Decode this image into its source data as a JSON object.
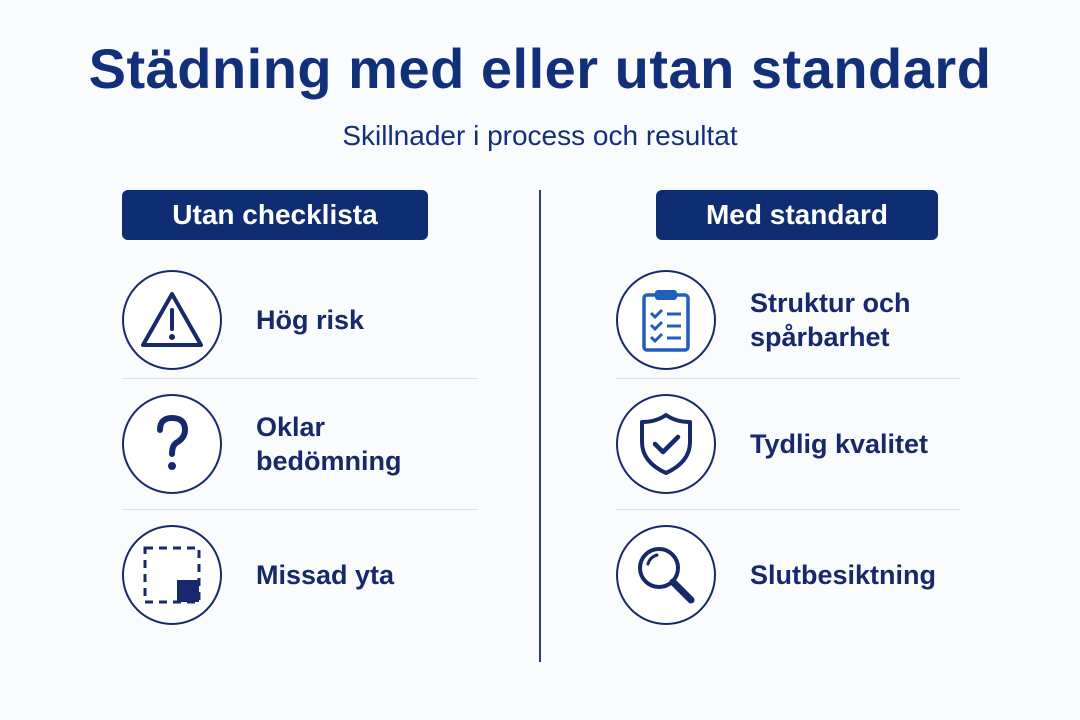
{
  "title": "Städning med eller utan standard",
  "subtitle": "Skillnader i process och resultat",
  "colors": {
    "navy": "#0f2d73",
    "icon_blue": "#1f5fbf",
    "divider": "#dde0e6"
  },
  "left": {
    "header": "Utan checklista",
    "items": [
      {
        "icon": "warning-triangle-icon",
        "label": "Hög risk"
      },
      {
        "icon": "question-mark-icon",
        "label": "Oklar bedömning"
      },
      {
        "icon": "missed-area-icon",
        "label": "Missad yta"
      }
    ]
  },
  "right": {
    "header": "Med standard",
    "items": [
      {
        "icon": "clipboard-checklist-icon",
        "label_line1": "Struktur och",
        "label_line2": "spårbarhet"
      },
      {
        "icon": "shield-check-icon",
        "label": "Tydlig kvalitet"
      },
      {
        "icon": "magnifier-icon",
        "label": "Slutbesiktning"
      }
    ]
  }
}
